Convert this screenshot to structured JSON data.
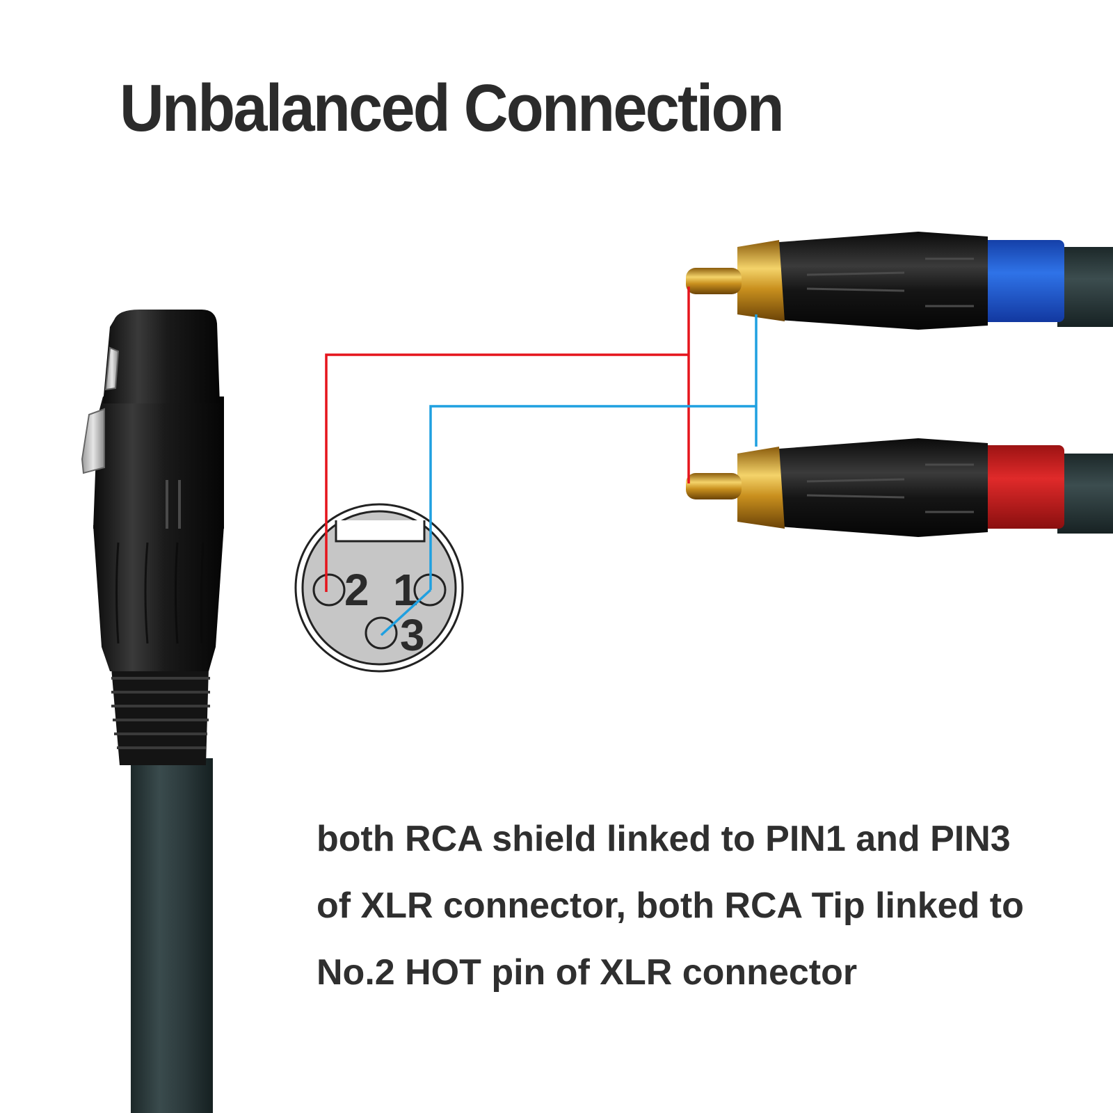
{
  "title": "Unbalanced Connection",
  "pin_labels": {
    "pin2": "2",
    "pin1": "1",
    "pin3": "3"
  },
  "description": [
    "both RCA shield linked to PIN1 and PIN3",
    "of XLR connector, both RCA Tip linked to",
    "No.2 HOT pin of XLR connector"
  ],
  "colors": {
    "tip_wire": "#e5141c",
    "shield_wire": "#1fa0e0",
    "rca_top_band": "#1f5fd8",
    "rca_bottom_band": "#d21f1f",
    "connector_body": "#161616",
    "cable": "#2a3a3c",
    "gold": "#d6a520"
  }
}
